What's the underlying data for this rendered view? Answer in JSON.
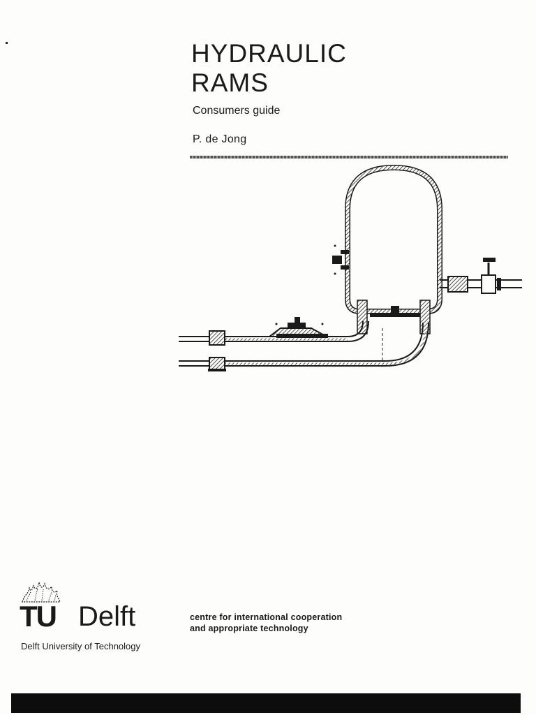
{
  "cover": {
    "title_line1": "HYDRAULIC",
    "title_line2": "RAMS",
    "subtitle": "Consumers guide",
    "author": "P. de Jong"
  },
  "footer": {
    "logo_tu": "TU",
    "logo_delft": "Delft",
    "university": "Delft University of Technology",
    "centre_line1": "centre for international cooperation",
    "centre_line2": "and appropriate technology"
  },
  "colors": {
    "ink": "#1a1a1a",
    "paper": "#fdfdfb",
    "bar": "#0d0d0d"
  }
}
